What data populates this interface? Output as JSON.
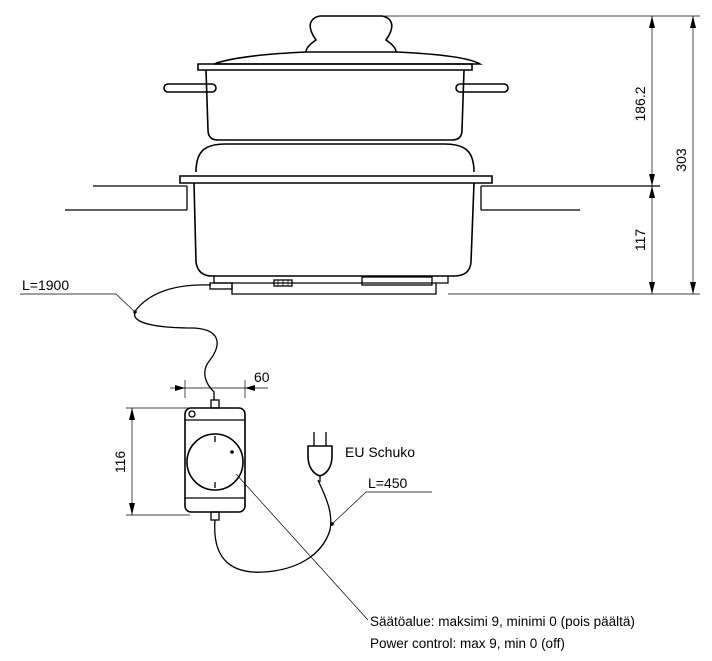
{
  "dimensions": {
    "height_upper": "186.2",
    "height_total": "303",
    "height_lower": "117",
    "control_width": "60",
    "control_height": "116"
  },
  "labels": {
    "cord_main": "L=1900",
    "cord_plug": "L=450",
    "plug_type": "EU Schuko",
    "control_fi": "Säätöalue: maksimi 9, minimi 0 (pois päältä)",
    "control_en": "Power control: max 9, min 0 (off)"
  }
}
